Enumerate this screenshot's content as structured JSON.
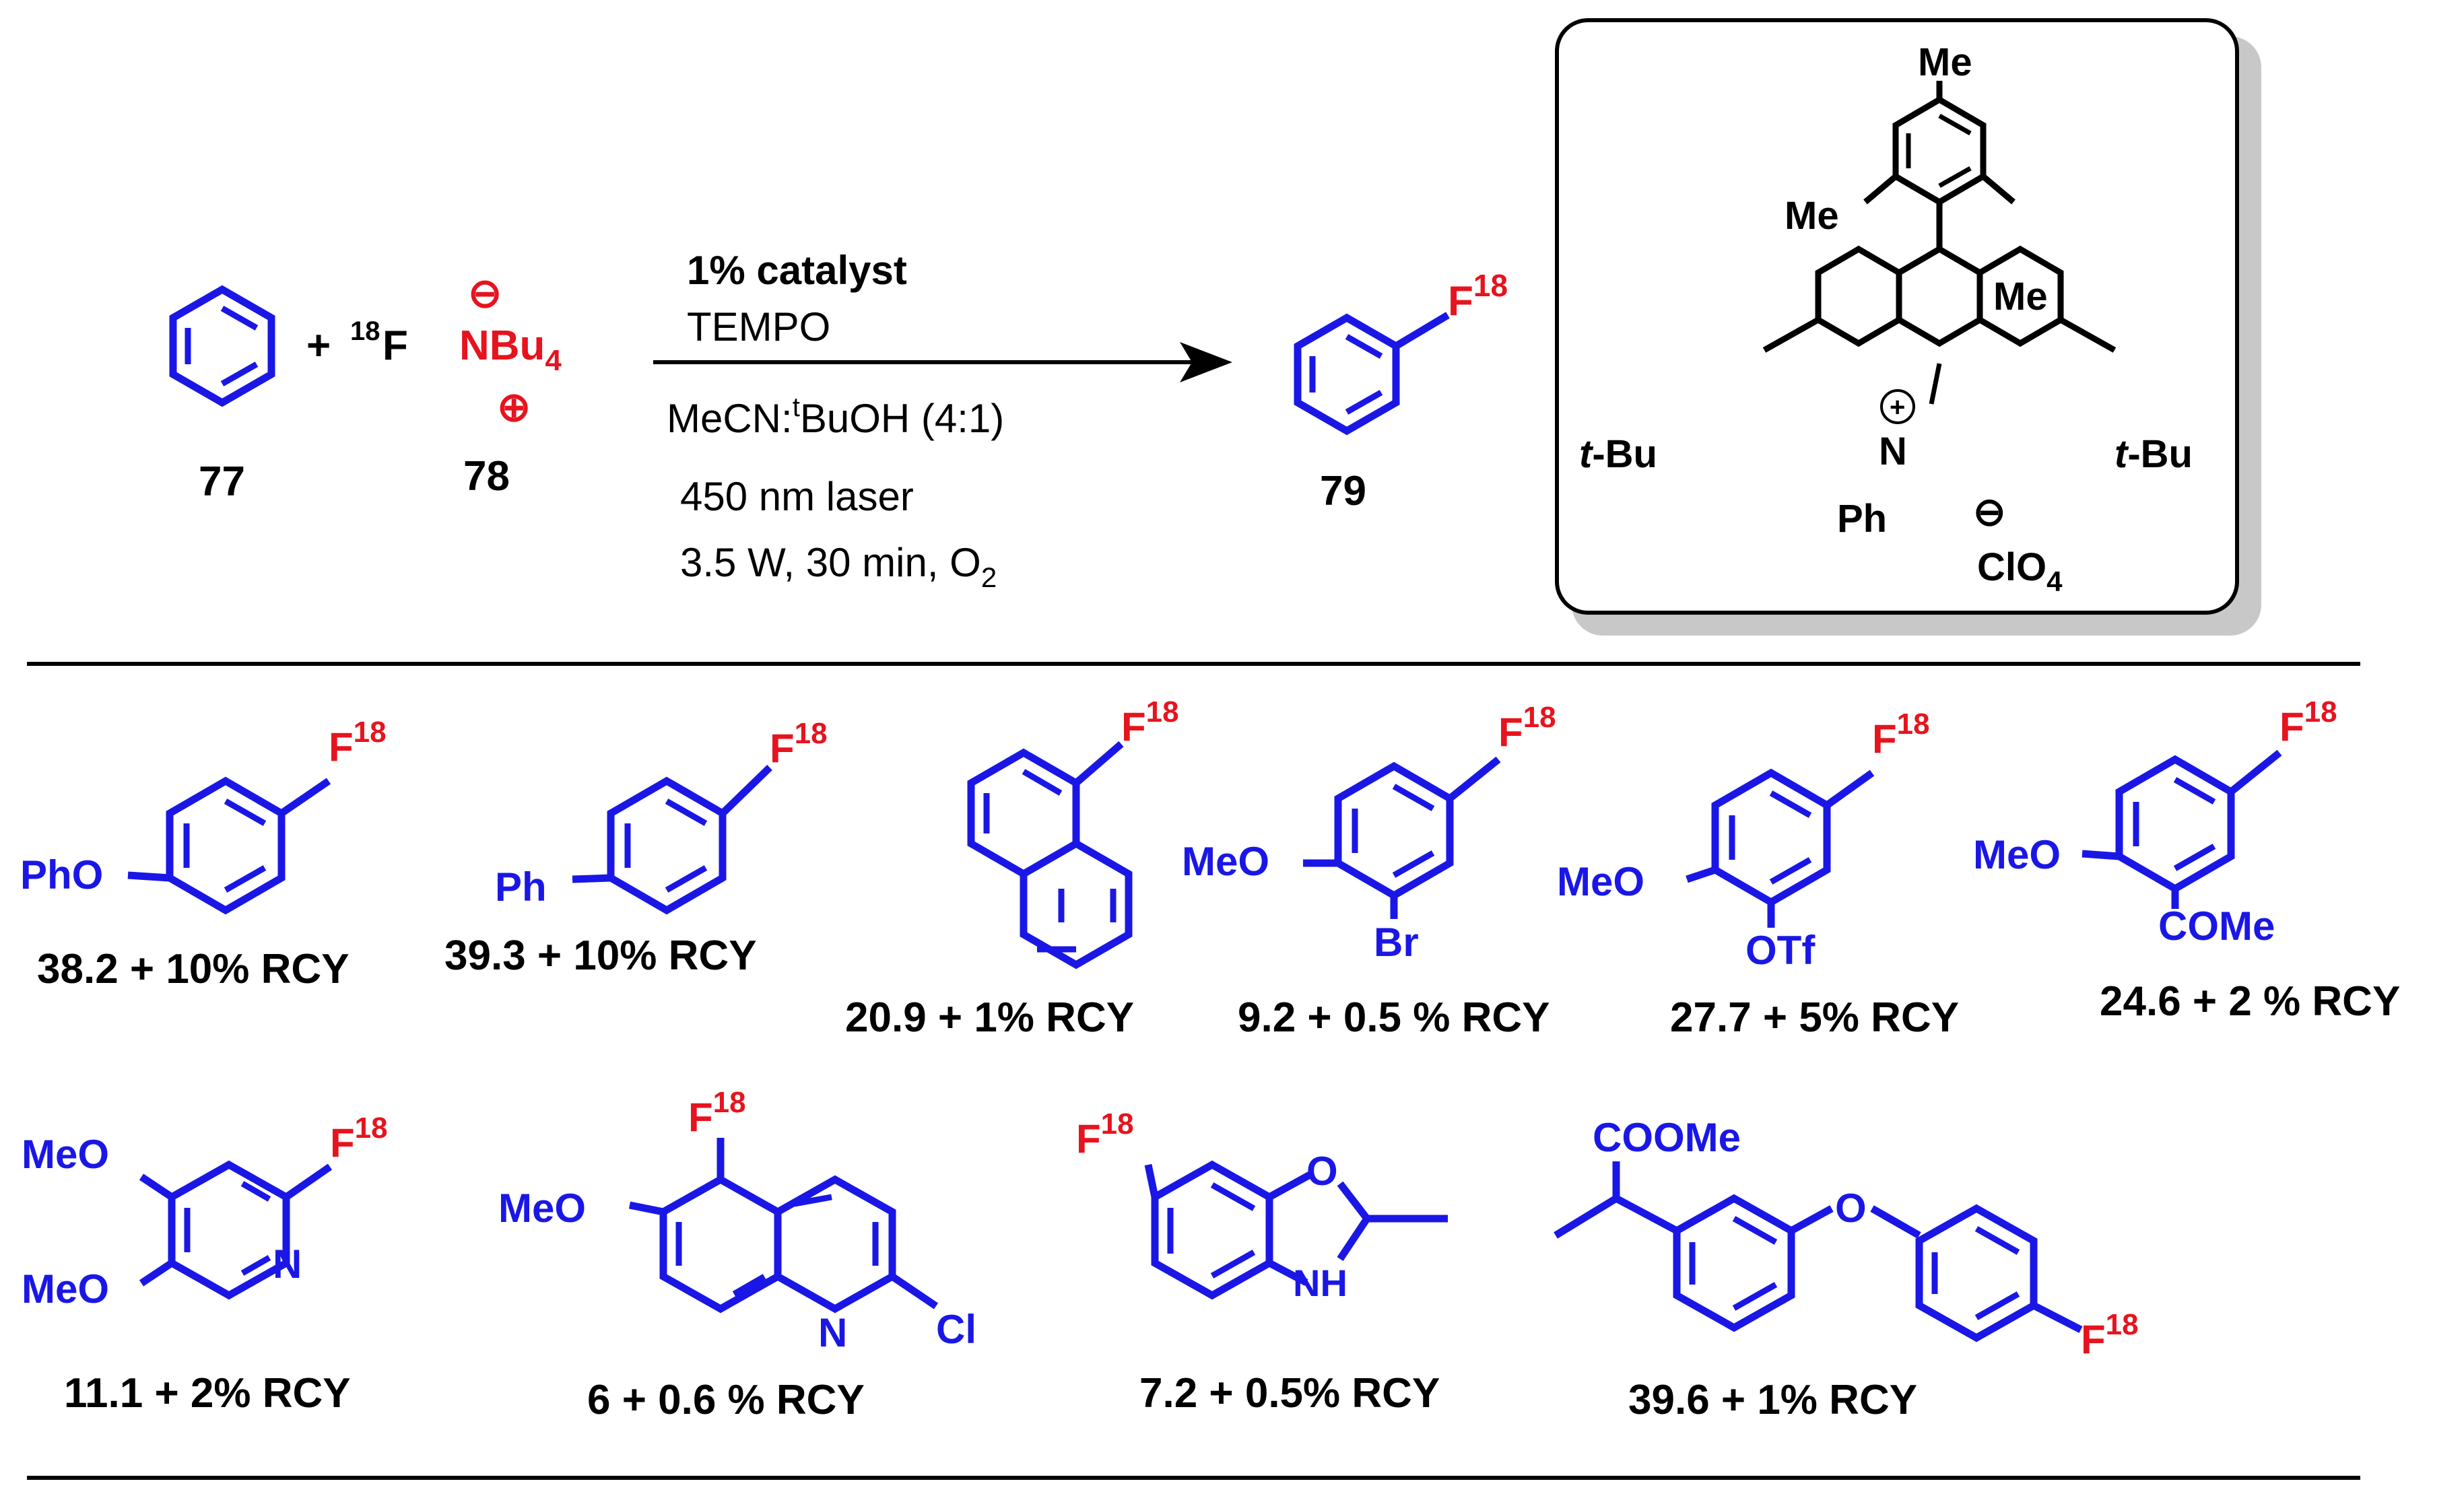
{
  "colors": {
    "structure": "#1a17e6",
    "fluorine": "#e6141e",
    "text": "#000000",
    "catalyst_box_shadow": "#c8c8c8"
  },
  "reaction": {
    "reagent_plus": "+",
    "fluoride_mass": "18",
    "fluoride_symbol": "F",
    "nbu4_base": "NBu",
    "nbu4_sub": "4",
    "minus_sign": "⊖",
    "plus_sign": "⊕",
    "label_77": "77",
    "label_78": "78",
    "label_79": "79",
    "product_f": "F",
    "product_sup": "18",
    "conditions": {
      "line1": "1% catalyst",
      "line2": "TEMPO",
      "line3_a": "MeCN:",
      "line3_sup": "t",
      "line3_b": "BuOH (4:1)",
      "line4": "450 nm laser",
      "line5_a": "3.5 W, 30 min, O",
      "line5_sub": "2"
    }
  },
  "catalyst": {
    "me_top": "Me",
    "me_left": "Me",
    "me_right": "Me",
    "tbu_left_t": "t",
    "tbu_left_rest": "-Bu",
    "tbu_right_t": "t",
    "tbu_right_rest": "-Bu",
    "n_label": "N",
    "n_plus": "+",
    "ph": "Ph",
    "anion_minus": "⊖",
    "clo4_base": "ClO",
    "clo4_sub": "4"
  },
  "products": [
    {
      "yield": "38.2 + 10% RCY",
      "subst": "PhO"
    },
    {
      "yield": "39.3 + 10% RCY",
      "subst": "Ph"
    },
    {
      "yield": "20.9 + 1% RCY"
    },
    {
      "yield": "9.2 + 0.5 % RCY",
      "subst": "MeO",
      "subst2": "Br"
    },
    {
      "yield": "27.7 + 5% RCY",
      "subst": "MeO",
      "subst2": "OTf"
    },
    {
      "yield": "24.6 + 2 % RCY",
      "subst": "MeO",
      "subst2": "COMe"
    },
    {
      "yield": "11.1 + 2% RCY",
      "subst": "MeO",
      "subst2": "MeO",
      "hetero": "N"
    },
    {
      "yield": "6 + 0.6 % RCY",
      "subst": "MeO",
      "hetero": "N",
      "subst2": "Cl"
    },
    {
      "yield": "7.2 + 0.5% RCY",
      "hetero": "O",
      "hetero2": "NH"
    },
    {
      "yield": "39.6 + 1% RCY",
      "subst": "COOMe",
      "hetero": "O"
    }
  ],
  "f18": {
    "f": "F",
    "sup": "18"
  }
}
